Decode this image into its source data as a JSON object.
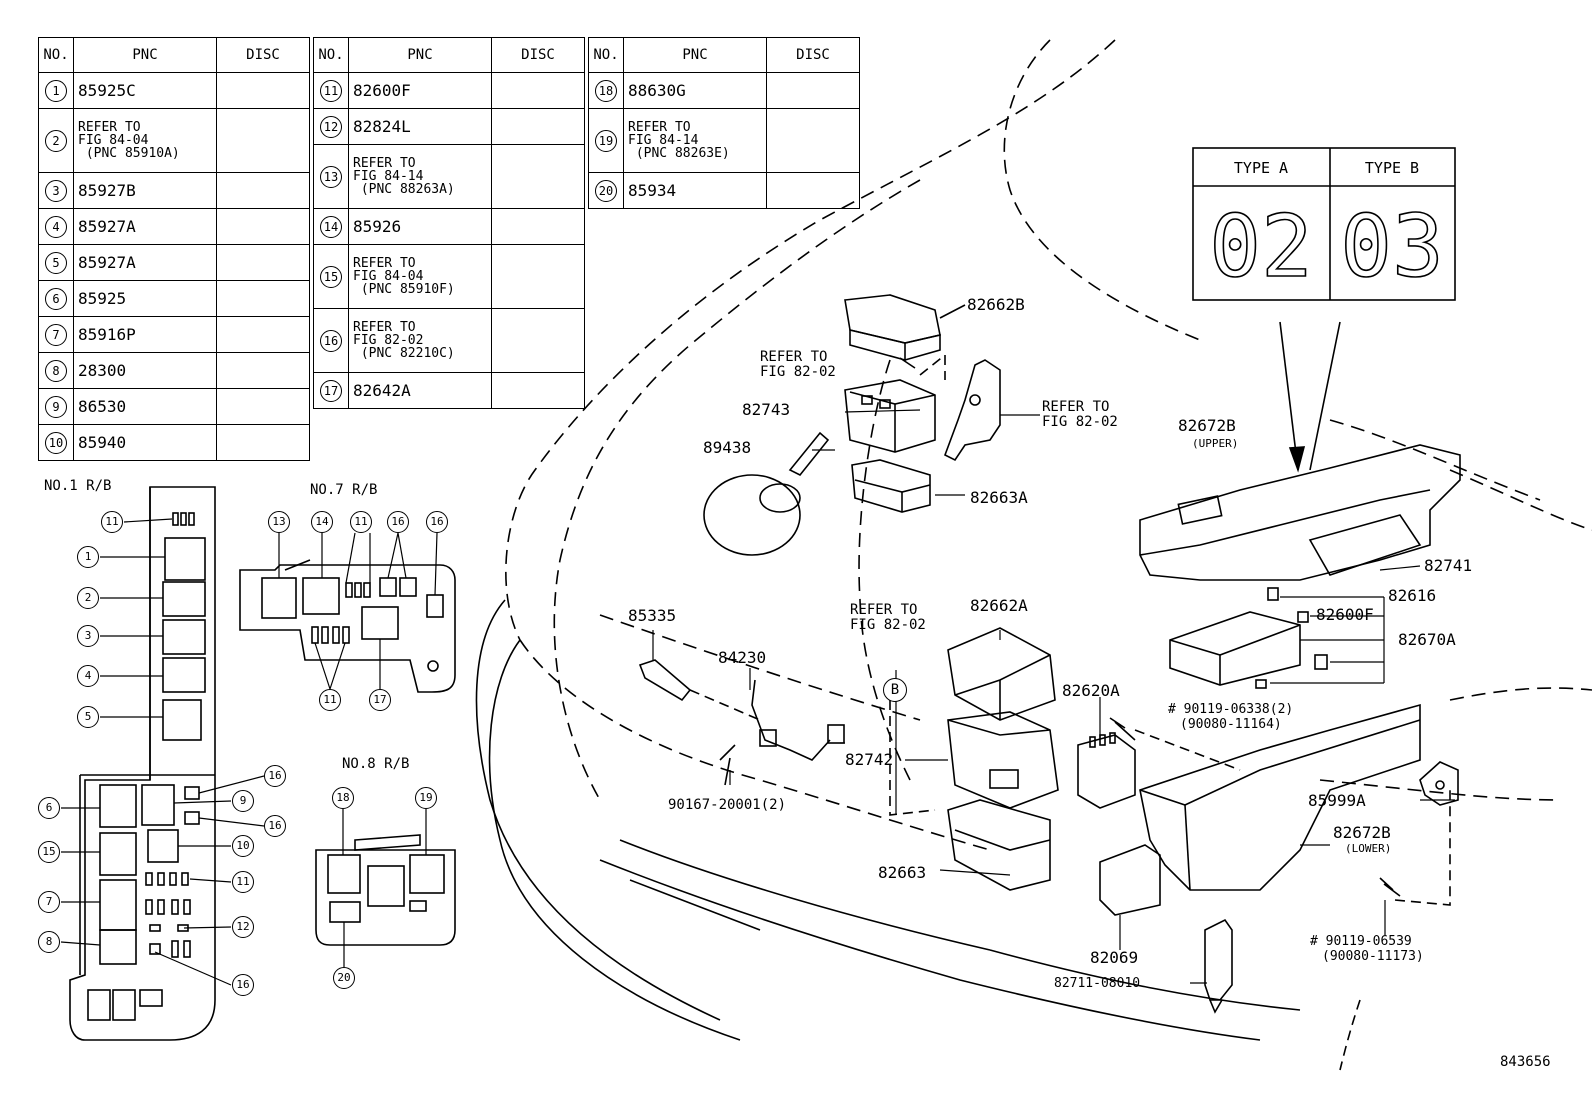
{
  "tables": [
    {
      "headers": [
        "NO.",
        "PNC",
        "DISC"
      ],
      "rows": [
        {
          "no": "1",
          "pnc": "85925C",
          "disc": ""
        },
        {
          "no": "2",
          "pnc": "REFER TO FIG 84-04 (PNC 85910A)",
          "disc": ""
        },
        {
          "no": "3",
          "pnc": "85927B",
          "disc": ""
        },
        {
          "no": "4",
          "pnc": "85927A",
          "disc": ""
        },
        {
          "no": "5",
          "pnc": "85927A",
          "disc": ""
        },
        {
          "no": "6",
          "pnc": "85925",
          "disc": ""
        },
        {
          "no": "7",
          "pnc": "85916P",
          "disc": ""
        },
        {
          "no": "8",
          "pnc": "28300",
          "disc": ""
        },
        {
          "no": "9",
          "pnc": "86530",
          "disc": ""
        },
        {
          "no": "10",
          "pnc": "85940",
          "disc": ""
        }
      ]
    },
    {
      "headers": [
        "NO.",
        "PNC",
        "DISC"
      ],
      "rows": [
        {
          "no": "11",
          "pnc": "82600F",
          "disc": ""
        },
        {
          "no": "12",
          "pnc": "82824L",
          "disc": ""
        },
        {
          "no": "13",
          "pnc": "REFER TO FIG 84-14 (PNC 88263A)",
          "disc": ""
        },
        {
          "no": "14",
          "pnc": "85926",
          "disc": ""
        },
        {
          "no": "15",
          "pnc": "REFER TO FIG 84-04 (PNC 85910F)",
          "disc": ""
        },
        {
          "no": "16",
          "pnc": "REFER TO FIG 82-02 (PNC 82210C)",
          "disc": ""
        },
        {
          "no": "17",
          "pnc": "82642A",
          "disc": ""
        }
      ]
    },
    {
      "headers": [
        "NO.",
        "PNC",
        "DISC"
      ],
      "rows": [
        {
          "no": "18",
          "pnc": "88630G",
          "disc": ""
        },
        {
          "no": "19",
          "pnc": "REFER TO FIG 84-14 (PNC 88263E)",
          "disc": ""
        },
        {
          "no": "20",
          "pnc": "85934",
          "disc": ""
        }
      ]
    }
  ],
  "type_box": {
    "type_a": "TYPE A",
    "type_b": "TYPE B",
    "code_a": "02",
    "code_b": "03"
  },
  "rb_titles": {
    "no1": "NO.1 R/B",
    "no7": "NO.7 R/B",
    "no8": "NO.8 R/B"
  },
  "rb_callouts": {
    "no1": [
      "11",
      "1",
      "2",
      "3",
      "4",
      "5",
      "16",
      "9",
      "16",
      "6",
      "10",
      "15",
      "11",
      "7",
      "12",
      "8",
      "16"
    ],
    "no7": [
      "13",
      "14",
      "11",
      "16",
      "16",
      "11",
      "17"
    ],
    "no8": [
      "18",
      "19",
      "20"
    ]
  },
  "labels": {
    "p82662B": "82662B",
    "refer1a": "REFER TO",
    "refer1b": "FIG 82-02",
    "p82743": "82743",
    "refer2a": "REFER TO",
    "refer2b": "FIG 82-02",
    "p89438": "89438",
    "p82663A": "82663A",
    "p82672B_up": "82672B",
    "upper": "(UPPER)",
    "p82741": "82741",
    "p82616": "82616",
    "p82600F": "82600F",
    "p82670A": "82670A",
    "p85335": "85335",
    "p84230": "84230",
    "refer3a": "REFER TO",
    "refer3b": "FIG 82-02",
    "b_mark": "B",
    "p82662A": "82662A",
    "p82620A": "82620A",
    "bolt1a": "# 90119-06338(2)",
    "bolt1b": "(90080-11164)",
    "p82742": "82742",
    "p90167": "90167-20001(2)",
    "p85999A": "85999A",
    "p82672B_lo": "82672B",
    "lower": "(LOWER)",
    "p82663": "82663",
    "p82069": "82069",
    "bolt2a": "# 90119-06539",
    "bolt2b": "(90080-11173)",
    "p82711": "82711-08010",
    "fig_no": "843656"
  }
}
